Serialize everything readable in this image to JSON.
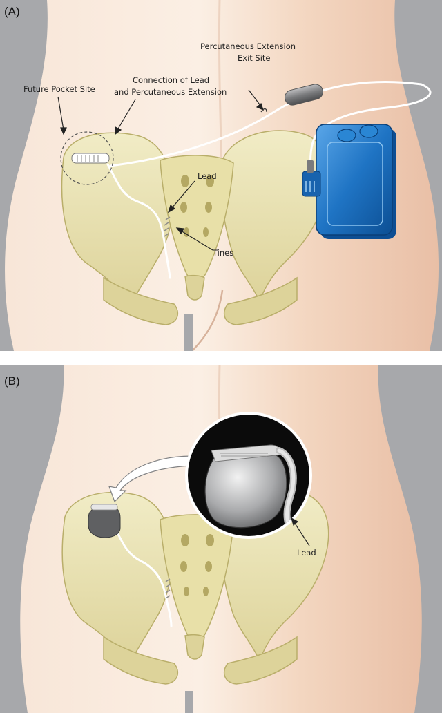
{
  "panels": [
    {
      "id": "A",
      "letter": "(A)",
      "labels": {
        "future_pocket_site": "Future Pocket Site",
        "connection_line1": "Connection of Lead",
        "connection_line2": "and Percutaneous Extension",
        "exit_site_line1": "Percutaneous Extension",
        "exit_site_line2": "Exit Site",
        "lead": "Lead",
        "tines": "Tines"
      }
    },
    {
      "id": "B",
      "letter": "(B)",
      "labels": {
        "lead": "Lead"
      }
    }
  ],
  "colors": {
    "panel_background": "#a7a8ab",
    "skin": "#f4dccb",
    "skin_shade": "#e8c2aa",
    "bone": "#eae3b1",
    "bone_shade": "#c9c07d",
    "bone_outline": "#b9ae6a",
    "stimulator_blue": "#1f74c4",
    "implant_gray": "#6d6e70",
    "lead_white": "#ffffff",
    "label_text": "#222222"
  },
  "icons": {
    "external_stimulator": "external-stimulator-icon",
    "implanted_generator": "implanted-generator-icon",
    "magnifier_inset": "magnified-inset-icon"
  }
}
